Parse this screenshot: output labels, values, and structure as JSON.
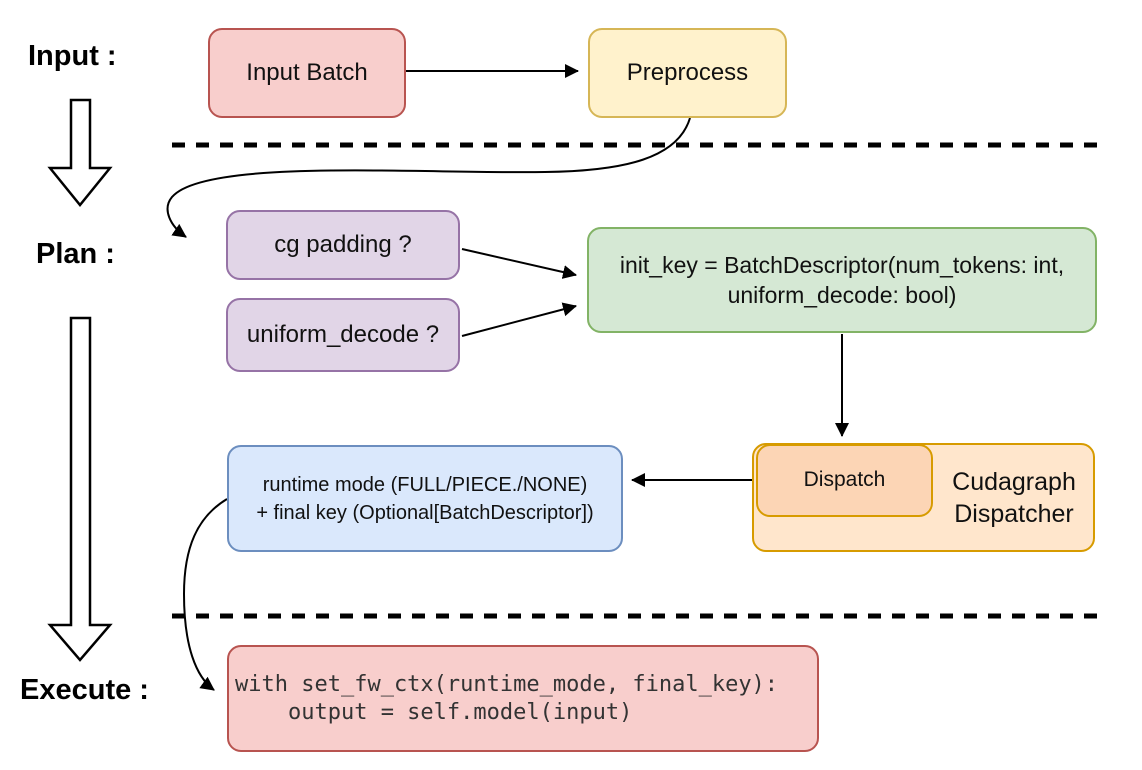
{
  "diagram": {
    "stage_labels": {
      "input": "Input :",
      "plan": "Plan :",
      "execute": "Execute :"
    },
    "nodes": {
      "input_batch": {
        "label": "Input Batch"
      },
      "preprocess": {
        "label": "Preprocess"
      },
      "cg_padding": {
        "label": "cg padding ?"
      },
      "uniform_decode": {
        "label": "uniform_decode ?"
      },
      "init_key": {
        "line1": "init_key = BatchDescriptor(num_tokens: int,",
        "line2": "uniform_decode: bool)"
      },
      "runtime_mode": {
        "line1": "runtime mode (FULL/PIECE./NONE)",
        "line2": "+ final key (Optional[BatchDescriptor])"
      },
      "dispatch": {
        "label": "Dispatch"
      },
      "cudagraph_dispatcher": {
        "line1": "Cudagraph",
        "line2": "Dispatcher"
      },
      "execute_code": {
        "line1": "with set_fw_ctx(runtime_mode, final_key):",
        "line2": "    output = self.model(input)"
      }
    },
    "palette": {
      "red_fill": "#f8cecc",
      "red_stroke": "#b85450",
      "yellow_fill": "#fff2cc",
      "yellow_stroke": "#d6b656",
      "purple_fill": "#e1d5e7",
      "purple_stroke": "#9673a6",
      "green_fill": "#d5e8d4",
      "green_stroke": "#82b366",
      "blue_fill": "#dae8fc",
      "blue_stroke": "#6c8ebf",
      "orange_fill": "#ffe6cc",
      "orange_inner_fill": "#fcd5b5",
      "orange_stroke": "#d79b00",
      "line_color": "#000000"
    }
  }
}
